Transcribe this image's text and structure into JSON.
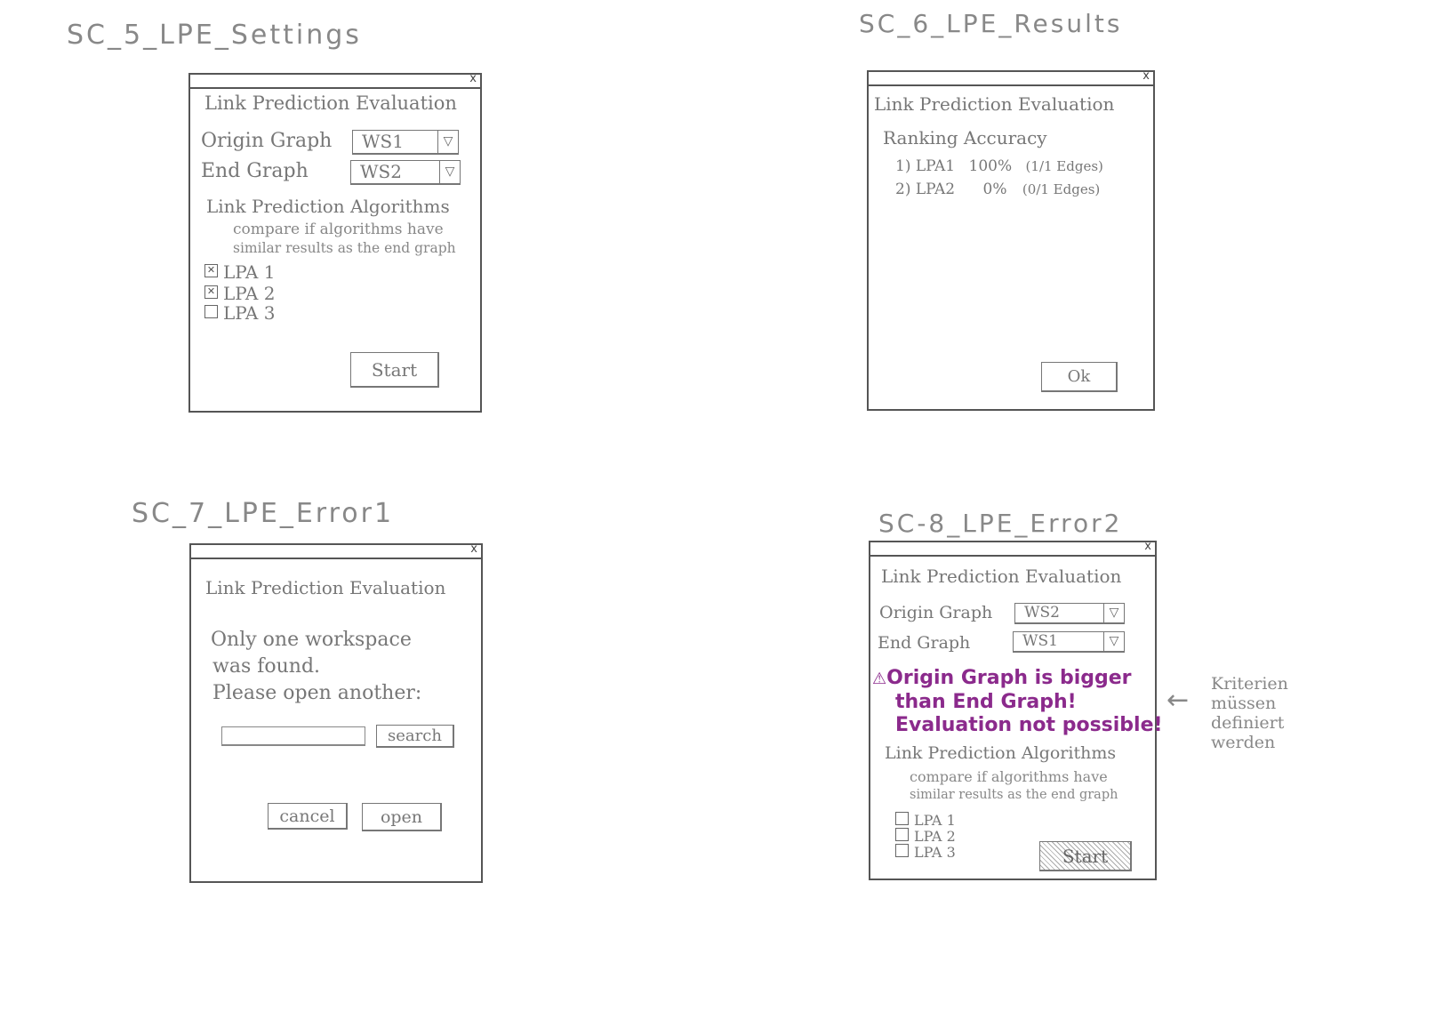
{
  "sketch_titles": {
    "sc5": "SC_5_LPE_Settings",
    "sc6": "SC_6_LPE_Results",
    "sc7": "SC_7_LPE_Error1",
    "sc8": "SC-8_LPE_Error2"
  },
  "common": {
    "window_title": "Link Prediction Evaluation",
    "close": "x"
  },
  "sc5": {
    "origin_label": "Origin Graph",
    "origin_value": "WS1",
    "end_label": "End Graph",
    "end_value": "WS2",
    "algorithms_label": "Link Prediction Algorithms",
    "hint_line1": "compare if algorithms have",
    "hint_line2": "similar results as the end graph",
    "algorithms": [
      {
        "label": "LPA 1",
        "checked": true
      },
      {
        "label": "LPA 2",
        "checked": true
      },
      {
        "label": "LPA 3",
        "checked": false
      }
    ],
    "start_label": "Start"
  },
  "sc6": {
    "section_label": "Ranking Accuracy",
    "results": [
      {
        "rank": "1)",
        "name": "LPA1",
        "accuracy": "100%",
        "edges": "(1/1 Edges)"
      },
      {
        "rank": "2)",
        "name": "LPA2",
        "accuracy": "0%",
        "edges": "(0/1 Edges)"
      }
    ],
    "ok_label": "Ok"
  },
  "sc7": {
    "message_line1": "Only one workspace",
    "message_line2": "was found.",
    "message_line3": "Please open another:",
    "search_label": "search",
    "cancel_label": "cancel",
    "open_label": "open"
  },
  "sc8": {
    "origin_label": "Origin Graph",
    "origin_value": "WS2",
    "end_label": "End Graph",
    "end_value": "WS1",
    "error_line1": "Origin Graph is bigger",
    "error_line2": "than End Graph!",
    "error_line3": "Evaluation not possible!",
    "algorithms_label": "Link Prediction Algorithms",
    "hint_line1": "compare if algorithms have",
    "hint_line2": "similar results as the end graph",
    "algorithms": [
      {
        "label": "LPA 1",
        "checked": false
      },
      {
        "label": "LPA 2",
        "checked": false
      },
      {
        "label": "LPA 3",
        "checked": false
      }
    ],
    "start_label": "Start"
  },
  "side_note": {
    "line1": "Kriterien",
    "line2": "müssen",
    "line3": "definiert",
    "line4": "werden"
  },
  "colors": {
    "error": "#8b2a8c",
    "pencil": "#777777"
  }
}
